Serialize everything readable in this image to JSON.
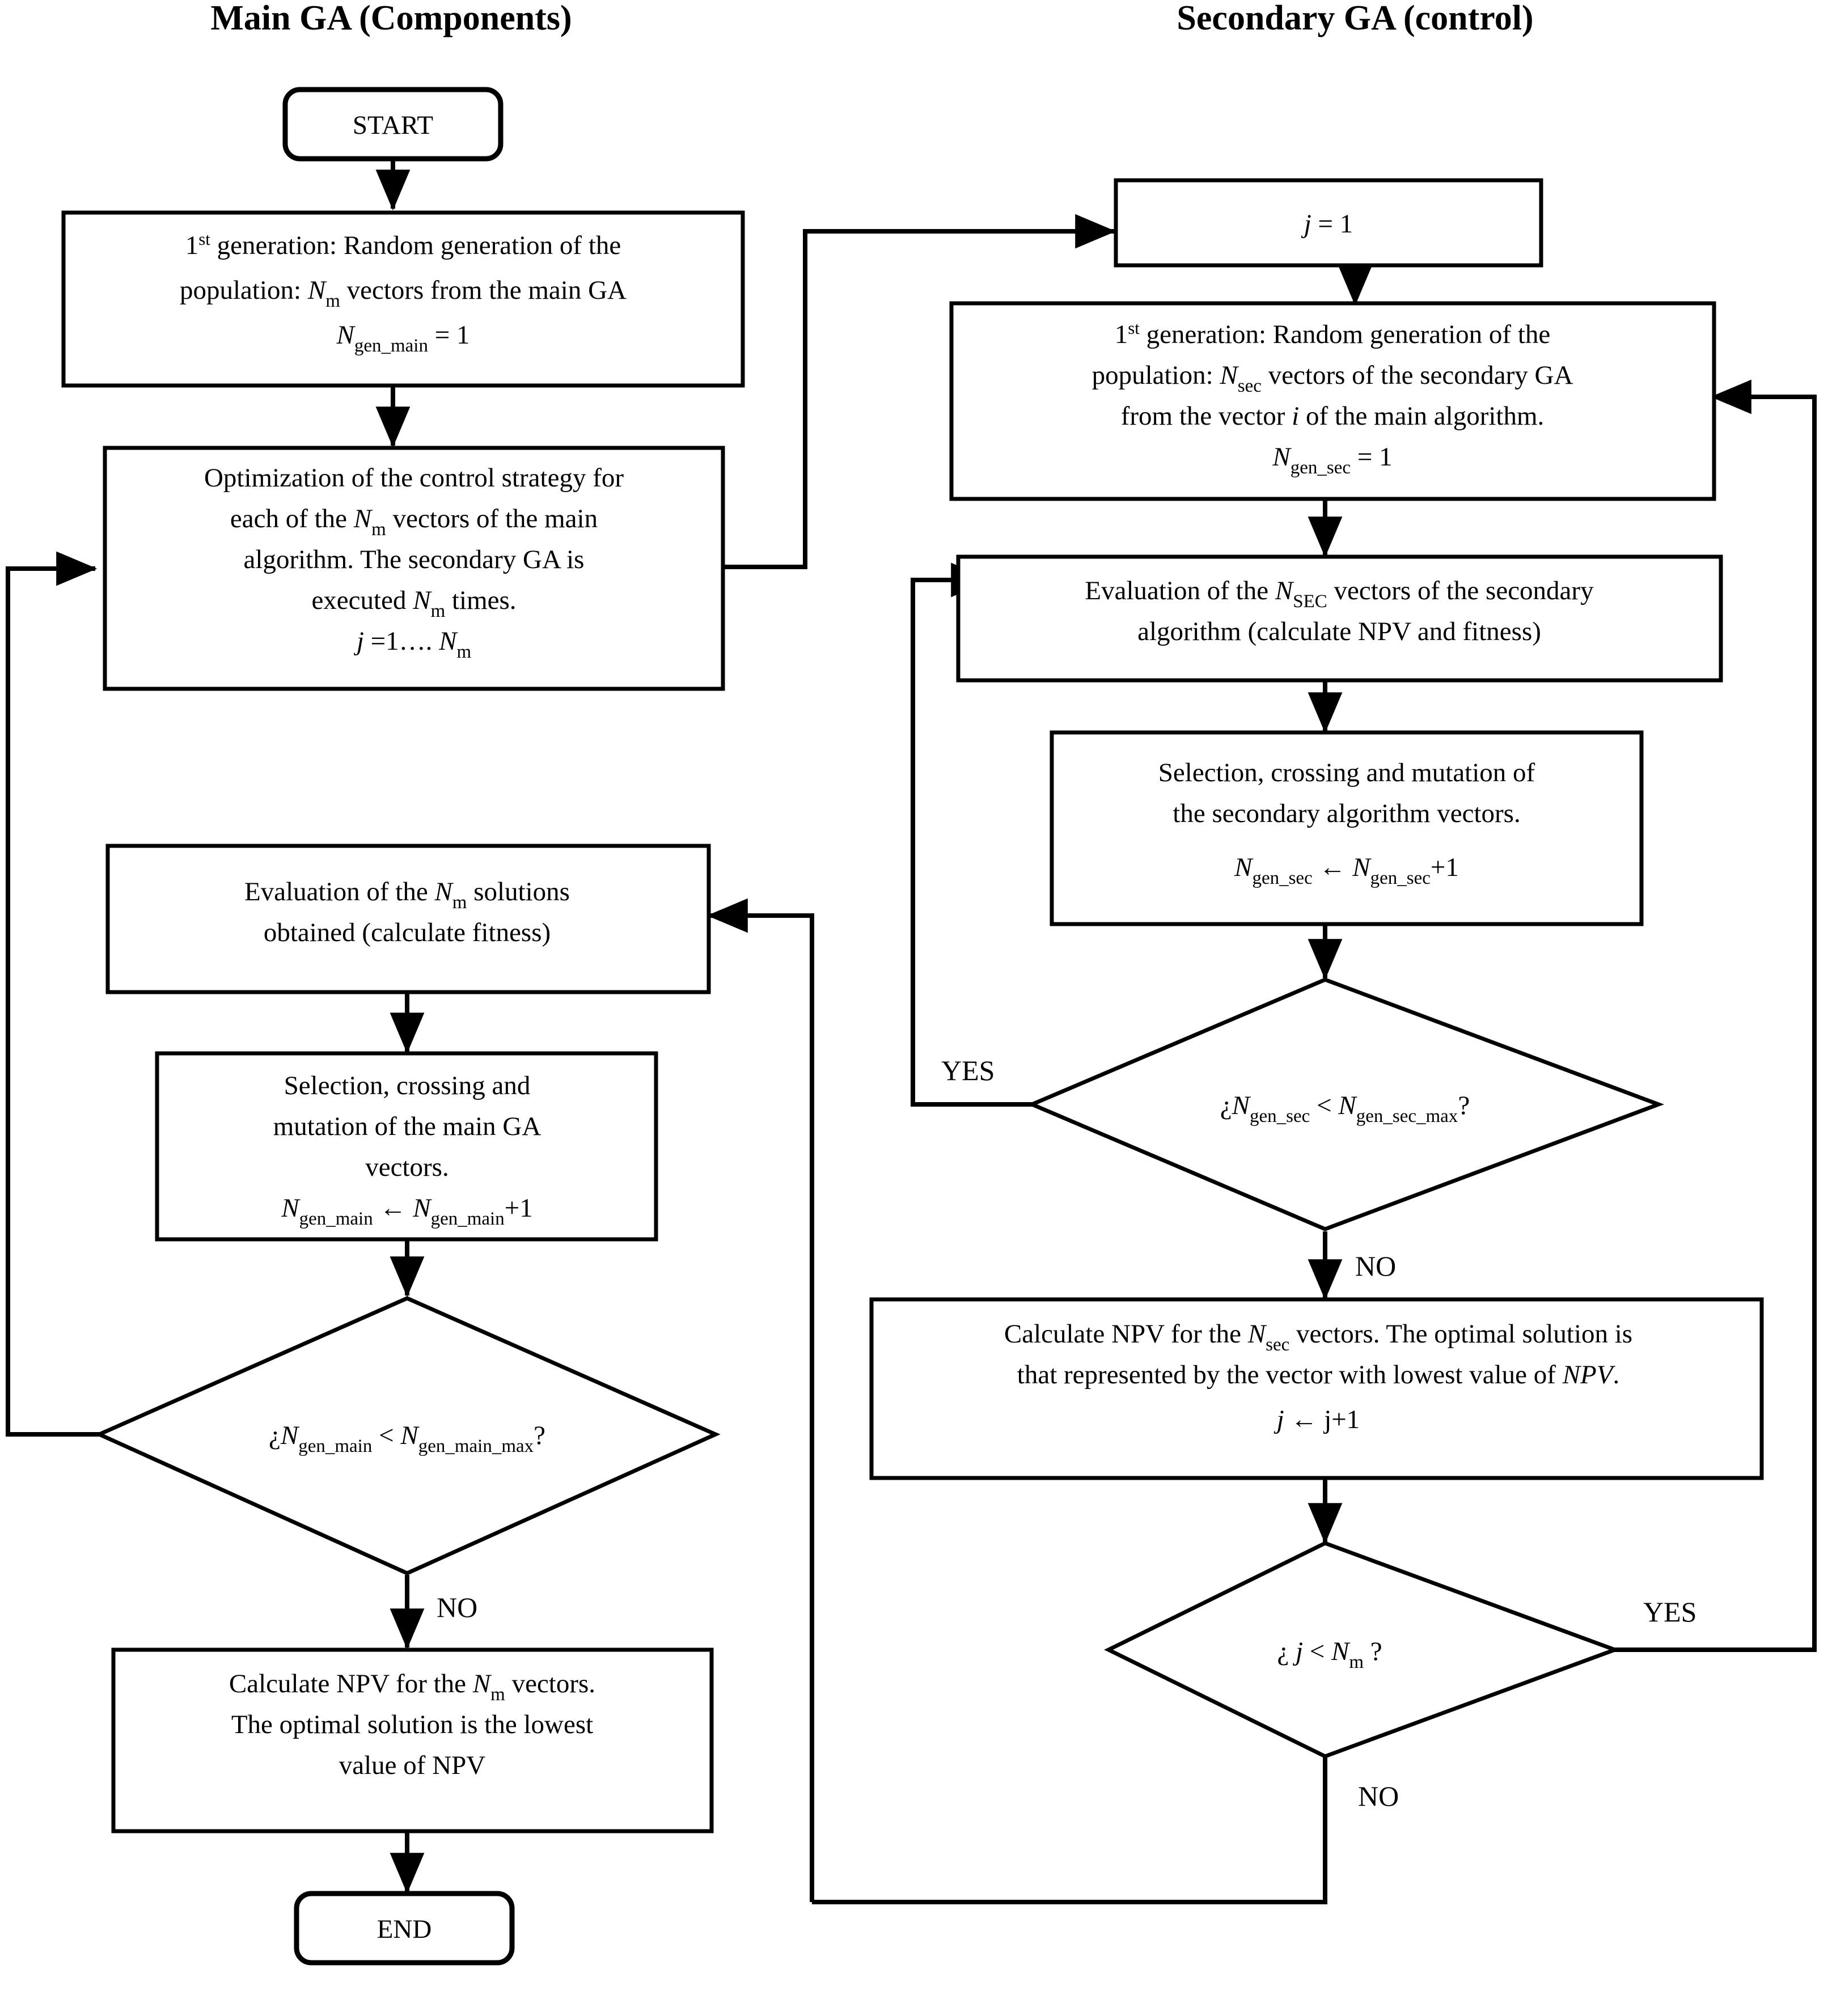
{
  "diagram": {
    "titles": {
      "left": "Main GA (Components)",
      "right": "Secondary GA (control)"
    },
    "edge_labels": {
      "main_decision_no": "NO",
      "sec_gen_yes": "YES",
      "sec_gen_no": "NO",
      "sec_j_yes": "YES",
      "sec_j_no": "NO"
    },
    "left_column": {
      "start": {
        "label": "START",
        "shape": "terminator"
      },
      "first_generation": {
        "shape": "process",
        "lines": [
          {
            "segments": [
              {
                "t": "1"
              },
              {
                "t": "st",
                "style": "sup"
              },
              {
                "t": " generation: Random generation of the"
              }
            ]
          },
          {
            "segments": [
              {
                "t": "population: "
              },
              {
                "t": "N",
                "style": "italic"
              },
              {
                "t": "m",
                "style": "sub"
              },
              {
                "t": " vectors from the main GA"
              }
            ]
          },
          {
            "segments": [
              {
                "t": "N",
                "style": "italic"
              },
              {
                "t": "gen_main",
                "style": "sub"
              },
              {
                "t": " = 1"
              }
            ]
          }
        ]
      },
      "optimization": {
        "shape": "process",
        "lines": [
          {
            "segments": [
              {
                "t": "Optimization of the control strategy for"
              }
            ]
          },
          {
            "segments": [
              {
                "t": "each of the "
              },
              {
                "t": "N",
                "style": "italic"
              },
              {
                "t": "m",
                "style": "sub"
              },
              {
                "t": " vectors of the main"
              }
            ]
          },
          {
            "segments": [
              {
                "t": "algorithm. The secondary GA is"
              }
            ]
          },
          {
            "segments": [
              {
                "t": "executed "
              },
              {
                "t": "N",
                "style": "italic"
              },
              {
                "t": "m",
                "style": "sub"
              },
              {
                "t": " times."
              }
            ]
          },
          {
            "segments": [
              {
                "t": "j",
                "style": "italic"
              },
              {
                "t": " =1…. "
              },
              {
                "t": "N",
                "style": "italic"
              },
              {
                "t": "m",
                "style": "sub"
              }
            ]
          }
        ]
      },
      "evaluation": {
        "shape": "process",
        "lines": [
          {
            "segments": [
              {
                "t": "Evaluation of the "
              },
              {
                "t": "N",
                "style": "italic"
              },
              {
                "t": "m",
                "style": "sub"
              },
              {
                "t": " solutions"
              }
            ]
          },
          {
            "segments": [
              {
                "t": "obtained (calculate fitness)"
              }
            ]
          }
        ]
      },
      "selection": {
        "shape": "process",
        "lines": [
          {
            "segments": [
              {
                "t": "Selection, crossing and"
              }
            ]
          },
          {
            "segments": [
              {
                "t": "mutation of the main GA"
              }
            ]
          },
          {
            "segments": [
              {
                "t": "vectors."
              }
            ]
          },
          {
            "segments": [
              {
                "t": "N",
                "style": "italic"
              },
              {
                "t": "gen_main",
                "style": "sub"
              },
              {
                "t": " ← "
              },
              {
                "t": "N",
                "style": "italic"
              },
              {
                "t": "gen_main",
                "style": "sub"
              },
              {
                "t": "+1"
              }
            ]
          }
        ]
      },
      "decision": {
        "shape": "decision",
        "lines": [
          {
            "segments": [
              {
                "t": "¿"
              },
              {
                "t": "N",
                "style": "italic"
              },
              {
                "t": "gen_main",
                "style": "sub"
              },
              {
                "t": " < "
              },
              {
                "t": "N",
                "style": "italic"
              },
              {
                "t": "gen_main_max",
                "style": "sub"
              },
              {
                "t": "?"
              }
            ]
          }
        ]
      },
      "calculate_npv": {
        "shape": "process",
        "lines": [
          {
            "segments": [
              {
                "t": "Calculate NPV for the "
              },
              {
                "t": "N",
                "style": "italic"
              },
              {
                "t": "m",
                "style": "sub"
              },
              {
                "t": " vectors."
              }
            ]
          },
          {
            "segments": [
              {
                "t": "The optimal solution is the lowest"
              }
            ]
          },
          {
            "segments": [
              {
                "t": "value of NPV"
              }
            ]
          }
        ]
      },
      "end": {
        "label": "END",
        "shape": "terminator"
      }
    },
    "right_column": {
      "j_init": {
        "shape": "process",
        "lines": [
          {
            "segments": [
              {
                "t": "j",
                "style": "italic"
              },
              {
                "t": " = 1"
              }
            ]
          }
        ]
      },
      "first_generation_sec": {
        "shape": "process",
        "lines": [
          {
            "segments": [
              {
                "t": "1"
              },
              {
                "t": "st",
                "style": "sup"
              },
              {
                "t": " generation: Random generation of the"
              }
            ]
          },
          {
            "segments": [
              {
                "t": "population: "
              },
              {
                "t": "N",
                "style": "italic"
              },
              {
                "t": "sec",
                "style": "sub"
              },
              {
                "t": " vectors of the secondary GA"
              }
            ]
          },
          {
            "segments": [
              {
                "t": "from the vector "
              },
              {
                "t": "i",
                "style": "italic"
              },
              {
                "t": " of the main algorithm."
              }
            ]
          },
          {
            "segments": [
              {
                "t": "N",
                "style": "italic"
              },
              {
                "t": "gen_sec",
                "style": "sub"
              },
              {
                "t": " = 1"
              }
            ]
          }
        ]
      },
      "evaluation_sec": {
        "shape": "process",
        "lines": [
          {
            "segments": [
              {
                "t": "Evaluation of the "
              },
              {
                "t": "N",
                "style": "italic"
              },
              {
                "t": "SEC",
                "style": "sub"
              },
              {
                "t": " vectors of the secondary"
              }
            ]
          },
          {
            "segments": [
              {
                "t": "algorithm (calculate NPV and fitness)"
              }
            ]
          }
        ]
      },
      "selection_sec": {
        "shape": "process",
        "lines": [
          {
            "segments": [
              {
                "t": "Selection, crossing and mutation of"
              }
            ]
          },
          {
            "segments": [
              {
                "t": "the secondary algorithm vectors."
              }
            ]
          },
          {
            "segments": [
              {
                "t": "N",
                "style": "italic"
              },
              {
                "t": "gen_sec",
                "style": "sub"
              },
              {
                "t": " ← "
              },
              {
                "t": "N",
                "style": "italic"
              },
              {
                "t": "gen_sec",
                "style": "sub"
              },
              {
                "t": "+1"
              }
            ]
          }
        ]
      },
      "decision_gen": {
        "shape": "decision",
        "lines": [
          {
            "segments": [
              {
                "t": "¿"
              },
              {
                "t": "N",
                "style": "italic"
              },
              {
                "t": "gen_sec",
                "style": "sub"
              },
              {
                "t": " < "
              },
              {
                "t": "N",
                "style": "italic"
              },
              {
                "t": "gen_sec_max",
                "style": "sub"
              },
              {
                "t": "?"
              }
            ]
          }
        ]
      },
      "calculate_npv_sec": {
        "shape": "process",
        "lines": [
          {
            "segments": [
              {
                "t": "Calculate NPV for the "
              },
              {
                "t": "N",
                "style": "italic"
              },
              {
                "t": "sec",
                "style": "sub"
              },
              {
                "t": " vectors. The optimal solution is"
              }
            ]
          },
          {
            "segments": [
              {
                "t": "that represented by the vector with lowest value of "
              },
              {
                "t": "NPV",
                "style": "italic"
              },
              {
                "t": "."
              }
            ]
          },
          {
            "segments": [
              {
                "t": "j",
                "style": "italic"
              },
              {
                "t": " ← j+1"
              }
            ]
          }
        ]
      },
      "decision_j": {
        "shape": "decision",
        "lines": [
          {
            "segments": [
              {
                "t": "¿ "
              },
              {
                "t": "j",
                "style": "italic"
              },
              {
                "t": " < "
              },
              {
                "t": "N",
                "style": "italic"
              },
              {
                "t": "m",
                "style": "sub"
              },
              {
                "t": " ?"
              }
            ]
          }
        ]
      }
    }
  }
}
